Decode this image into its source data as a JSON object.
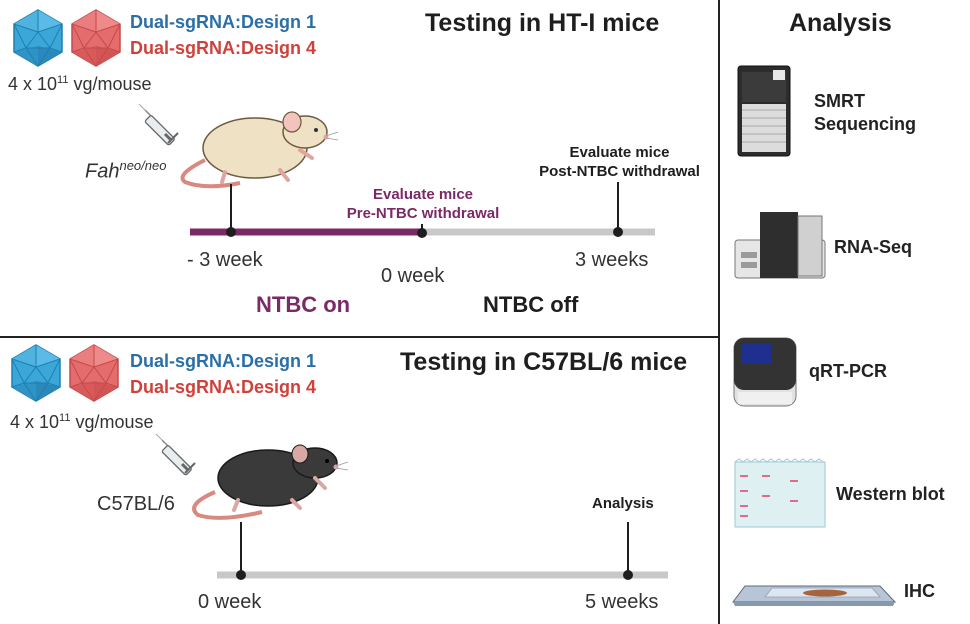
{
  "top_panel": {
    "title": "Testing in HT-I mice",
    "design1": "Dual-sgRNA:Design 1",
    "design4": "Dual-sgRNA:Design 4",
    "dose_base": "4 x 10",
    "dose_exp": "11",
    "dose_unit": " vg/mouse",
    "strain_gene": "Fah",
    "strain_sup": "neo/neo",
    "tick_start": "- 3 week",
    "tick_mid": "0 week",
    "tick_end": "3 weeks",
    "eval_pre_line1": "Evaluate mice",
    "eval_pre_line2": "Pre-NTBC withdrawal",
    "eval_post_line1": "Evaluate mice",
    "eval_post_line2": "Post-NTBC withdrawal",
    "phase_on": "NTBC on",
    "phase_off": "NTBC off"
  },
  "bottom_panel": {
    "title": "Testing in C57BL/6 mice",
    "design1": "Dual-sgRNA:Design 1",
    "design4": "Dual-sgRNA:Design 4",
    "dose_base": "4 x 10",
    "dose_exp": "11",
    "dose_unit": " vg/mouse",
    "strain": "C57BL/6",
    "event_label": "Analysis",
    "tick_start": "0 week",
    "tick_end": "5 weeks"
  },
  "analysis": {
    "title": "Analysis",
    "methods": [
      {
        "label_line1": "SMRT",
        "label_line2": "Sequencing",
        "icon": "sequencer-icon"
      },
      {
        "label_line1": "RNA-Seq",
        "icon": "rna-seq-machine-icon"
      },
      {
        "label_line1": "qRT-PCR",
        "icon": "qpcr-machine-icon"
      },
      {
        "label_line1": "Western blot",
        "icon": "western-blot-icon"
      },
      {
        "label_line1": "IHC",
        "icon": "microscope-slide-icon"
      }
    ]
  },
  "colors": {
    "design1": "#2a6fa8",
    "design4": "#d0413b",
    "ntbc_on": "#7a2a66",
    "timeline_gray": "#c8c8c8",
    "aav_blue": "#3ba7d8",
    "aav_red": "#e56c6c"
  }
}
